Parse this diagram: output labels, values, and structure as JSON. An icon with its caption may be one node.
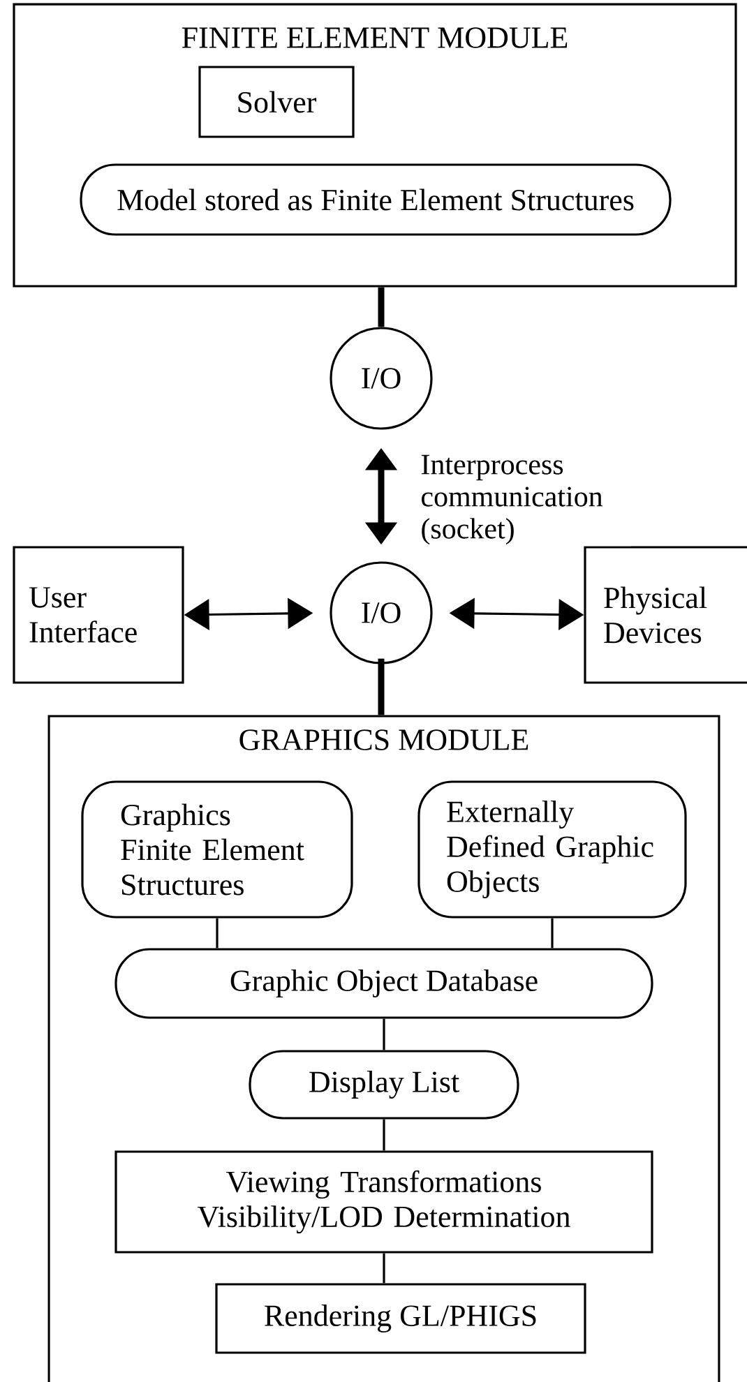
{
  "diagram": {
    "nodes": [
      {
        "text": [
          "FINITE ELEMENT MODULE"
        ]
      },
      {
        "text": [
          "Solver"
        ],
        "in": 0
      },
      {
        "text": [
          "Model stored as Finite Element Structures"
        ],
        "in": 0
      },
      {
        "text": [
          "I/O"
        ]
      },
      {
        "text": [
          "User Interface"
        ]
      },
      {
        "text": [
          "I/O"
        ]
      },
      {
        "text": [
          "Physical Devices"
        ]
      },
      {
        "text": [
          "GRAPHICS MODULE"
        ]
      },
      {
        "text": [
          "Graphics Finite Element Structures"
        ],
        "in": 7
      },
      {
        "text": [
          "Externally Defined Graphic Objects"
        ],
        "in": 7
      },
      {
        "text": [
          "Graphic Object Database"
        ],
        "in": 7
      },
      {
        "text": [
          "Display List"
        ],
        "in": 7
      },
      {
        "text": [
          "Viewing Transformations Visibility/LOD Determination"
        ],
        "in": 7
      },
      {
        "text": [
          "Rendering GL/PHIGS"
        ],
        "in": 7
      }
    ],
    "edges": [
      {
        "from": 0,
        "to": 3,
        "arrow": "none",
        "style": "thick"
      },
      {
        "from": 3,
        "to": 5,
        "arrow": "both",
        "style": "thick",
        "label": "Interprocess communication (socket)"
      },
      {
        "from": 4,
        "to": 5,
        "arrow": "both"
      },
      {
        "from": 5,
        "to": 6,
        "arrow": "both"
      },
      {
        "from": 5,
        "to": 7,
        "arrow": "none",
        "style": "thick"
      },
      {
        "from": 8,
        "to": 10,
        "arrow": "none"
      },
      {
        "from": 9,
        "to": 10,
        "arrow": "none"
      },
      {
        "from": 10,
        "to": 11,
        "arrow": "none"
      },
      {
        "from": 11,
        "to": 12,
        "arrow": "none"
      },
      {
        "from": 12,
        "to": 13,
        "arrow": "none"
      }
    ]
  }
}
